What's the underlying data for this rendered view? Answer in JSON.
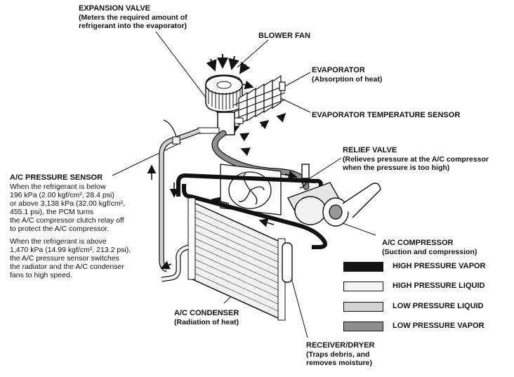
{
  "labels": {
    "expansion_valve": {
      "title": "EXPANSION VALVE",
      "desc": [
        "(Meters the required amount of",
        "refrigerant into the evaporator)"
      ]
    },
    "blower_fan": {
      "title": "BLOWER FAN"
    },
    "evaporator": {
      "title": "EVAPORATOR",
      "desc": [
        "(Absorption of heat)"
      ]
    },
    "evap_temp_sensor": {
      "title": "EVAPORATOR TEMPERATURE SENSOR"
    },
    "relief_valve": {
      "title": "RELIEF VALVE",
      "desc": [
        "(Relieves pressure at the A/C compressor",
        "when the pressure is too high)"
      ]
    },
    "pressure_sensor": {
      "title": "A/C PRESSURE SENSOR",
      "para1": [
        "When the refrigerant is below",
        "196 kPa (2.00 kgf/cm², 28.4 psi)",
        "or above 3,138 kPa (32.00 kgf/cm²,",
        "455.1 psi), the PCM turns",
        "the A/C compressor clutch relay off",
        "to protect the A/C compressor."
      ],
      "para2": [
        "When the refrigerant is above",
        "1,470 kPa (14.99 kgf/cm², 213.2 psi),",
        "the A/C pressure sensor switches",
        "the radiator and the A/C condenser",
        "fans to high speed."
      ]
    },
    "compressor": {
      "title": "A/C COMPRESSOR",
      "desc": [
        "(Suction and compression)"
      ]
    },
    "condenser": {
      "title": "A/C CONDENSER",
      "desc": [
        "(Radiation of heat)"
      ]
    },
    "receiver_dryer": {
      "title": "RECEIVER/DRYER",
      "desc": [
        "(Traps debris, and",
        "removes moisture)"
      ]
    }
  },
  "legend": [
    {
      "label": "HIGH PRESSURE VAPOR",
      "color": "#141414"
    },
    {
      "label": "HIGH PRESSURE LIQUID",
      "color": "#f6f6f6"
    },
    {
      "label": "LOW PRESSURE LIQUID",
      "color": "#d2d2d2"
    },
    {
      "label": "LOW PRESSURE VAPOR",
      "color": "#8f8f8f"
    }
  ]
}
